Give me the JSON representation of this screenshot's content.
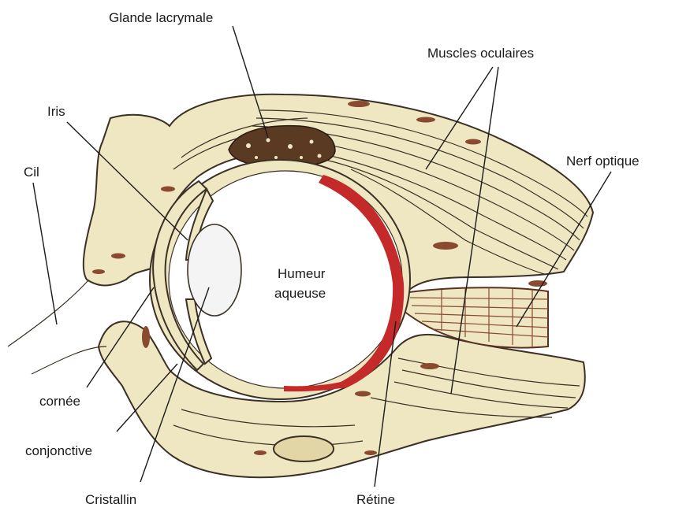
{
  "labels": {
    "glande_lacrymale": "Glande lacrymale",
    "muscles_oculaires": "Muscles oculaires",
    "iris": "Iris",
    "cil": "Cil",
    "nerf_optique": "Nerf optique",
    "humeur_aqueuse_line1": "Humeur",
    "humeur_aqueuse_line2": "aqueuse",
    "cornee": "cornée",
    "conjonctive": "conjonctive",
    "cristallin": "Cristallin",
    "retine": "Rétine"
  },
  "colors": {
    "tissue": "#efe6c2",
    "tissue_dark": "#e2d5a6",
    "outline": "#3a3024",
    "retina": "#c42a2a",
    "gland": "#5a3a22",
    "nerve": "#9a6a4a",
    "background": "#ffffff"
  }
}
